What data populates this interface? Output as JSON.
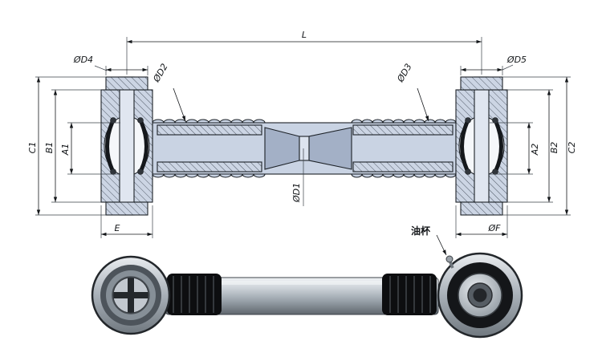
{
  "labels": {
    "L": "L",
    "D1": "ØD1",
    "D2": "ØD2",
    "D3": "ØD3",
    "D4": "ØD4",
    "D5": "ØD5",
    "A1": "A1",
    "B1": "B1",
    "C1": "C1",
    "A2": "A2",
    "B2": "B2",
    "C2": "C2",
    "E": "E",
    "F": "ØF",
    "oil_cup": "油杯"
  },
  "colors": {
    "background": "#ffffff",
    "line": "#1c2127",
    "section_fill": "#c9d3e3",
    "hatch_base": "#ccd5e4",
    "hatch_line": "#434c59",
    "pin_fill": "#e0e6f0",
    "bore_wall": "#a3b0c6",
    "bore_center": "#dde4ef",
    "bushing_white": "#f5f7fa",
    "rubber_dark": "#15181c",
    "boot_black": "#0d0e10",
    "shaft_light": "#eef1f4",
    "shaft_dark": "#666e76",
    "eye_ring": "#4d545b"
  }
}
